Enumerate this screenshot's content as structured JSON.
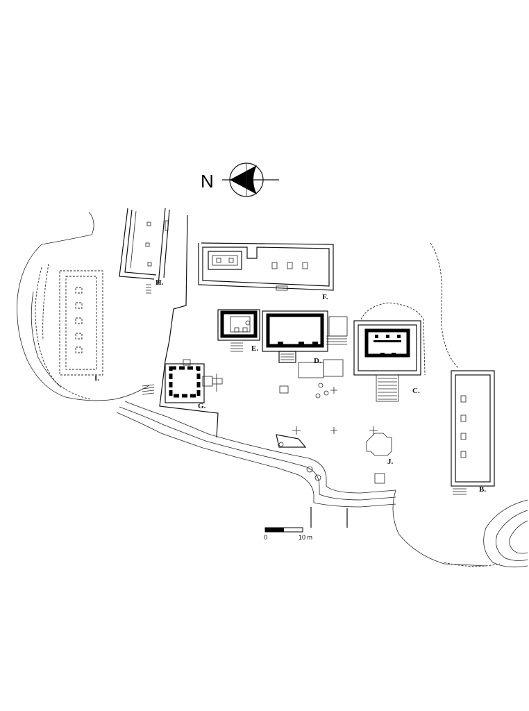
{
  "north": {
    "letter": "N"
  },
  "labels": {
    "b": "B.",
    "c": "C.",
    "d": "D.",
    "e": "E.",
    "f": "F.",
    "g": "G.",
    "h": "H.",
    "i": "I.",
    "j": "J."
  },
  "scale_bar": {
    "start": "0",
    "end": "10 m"
  },
  "icons": [
    "north-arrow-icon",
    "scale-bar-icon"
  ]
}
